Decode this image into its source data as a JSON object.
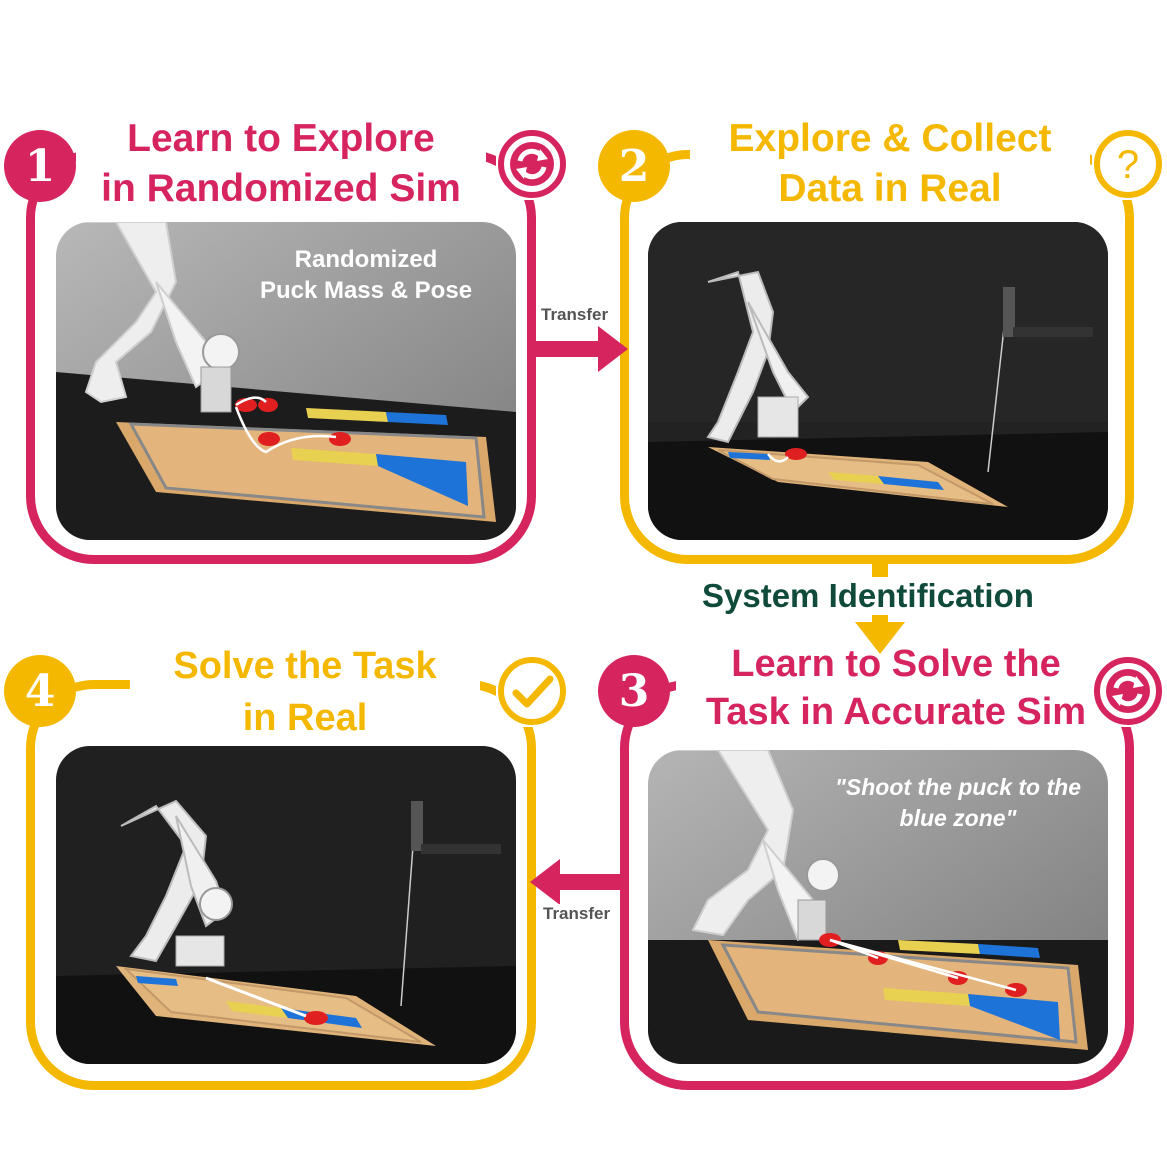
{
  "steps": [
    {
      "number": "1",
      "title_line1": "Learn to Explore",
      "title_line2": "in Randomized Sim",
      "icon": "refresh-cycle-icon",
      "color": "#d6245f",
      "overlay_line1": "Randomized",
      "overlay_line2": "Puck Mass & Pose"
    },
    {
      "number": "2",
      "title_line1": "Explore & Collect",
      "title_line2": "Data in Real",
      "icon": "question-mark-icon",
      "color": "#f5b800"
    },
    {
      "number": "3",
      "title_line1": "Learn to Solve the",
      "title_line2": "Task in Accurate Sim",
      "icon": "refresh-cycle-icon",
      "color": "#d6245f",
      "overlay_line1": "\"Shoot the puck to the",
      "overlay_line2": "blue zone\""
    },
    {
      "number": "4",
      "title_line1": "Solve the Task",
      "title_line2": "in Real",
      "icon": "checkmark-icon",
      "color": "#f5b800"
    }
  ],
  "arrows": {
    "transfer_top": "Transfer",
    "transfer_bottom": "Transfer",
    "system_identification": "System Identification"
  },
  "colors": {
    "pink": "#d6245f",
    "gold": "#f5b800",
    "sysid_text": "#0f4a3a"
  }
}
